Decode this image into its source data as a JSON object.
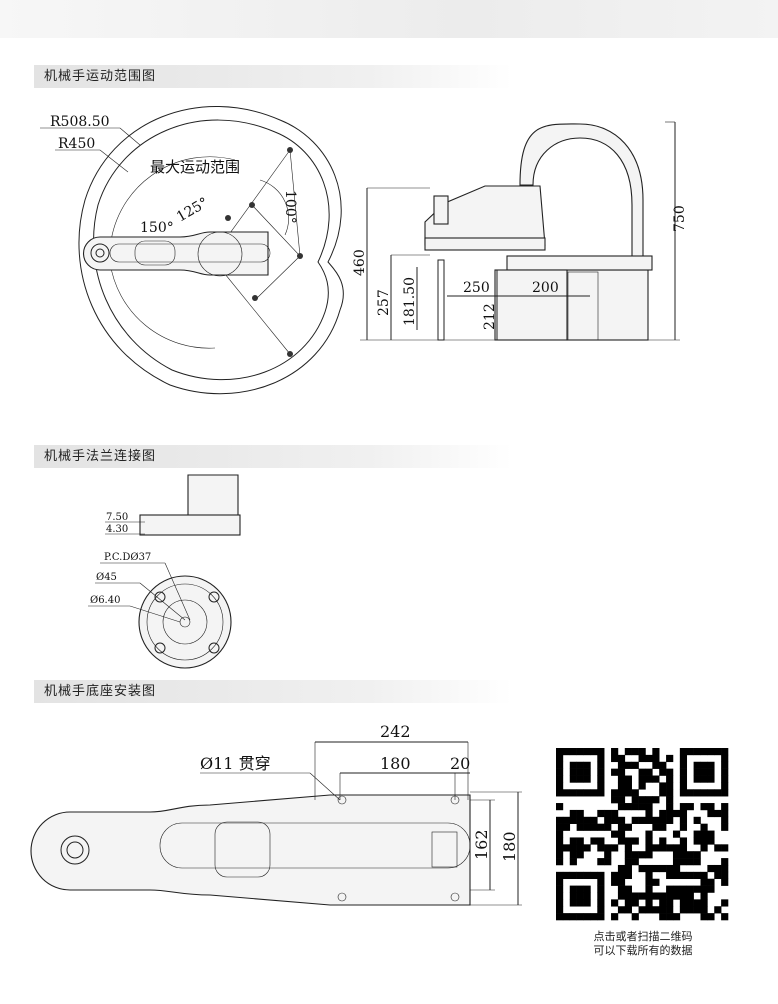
{
  "sections": {
    "motion_range": "机械手运动范围图",
    "flange": "机械手法兰连接图",
    "base_mount": "机械手底座安装图"
  },
  "motion_top": {
    "r_outer": "R508.50",
    "r_inner": "R450",
    "max_range": "最大运动范围",
    "angle_j1": "150°",
    "angle_j2": "125°",
    "angle_100": "100°"
  },
  "motion_side": {
    "h_total": "750",
    "h_arm": "460",
    "h_257": "257",
    "stroke": "181.50",
    "h_212": "212",
    "len_250": "250",
    "len_200": "200"
  },
  "flange": {
    "d_750": "7.50",
    "d_430": "4.30",
    "pcd": "P.C.DØ37",
    "d45": "Ø45",
    "d640": "Ø6.40"
  },
  "base": {
    "hole": "Ø11 贯穿",
    "w242": "242",
    "w180": "180",
    "w20": "20",
    "h162": "162",
    "h180": "180"
  },
  "qr": {
    "line1": "点击或者扫描二维码",
    "line2": "可以下载所有的数据"
  }
}
